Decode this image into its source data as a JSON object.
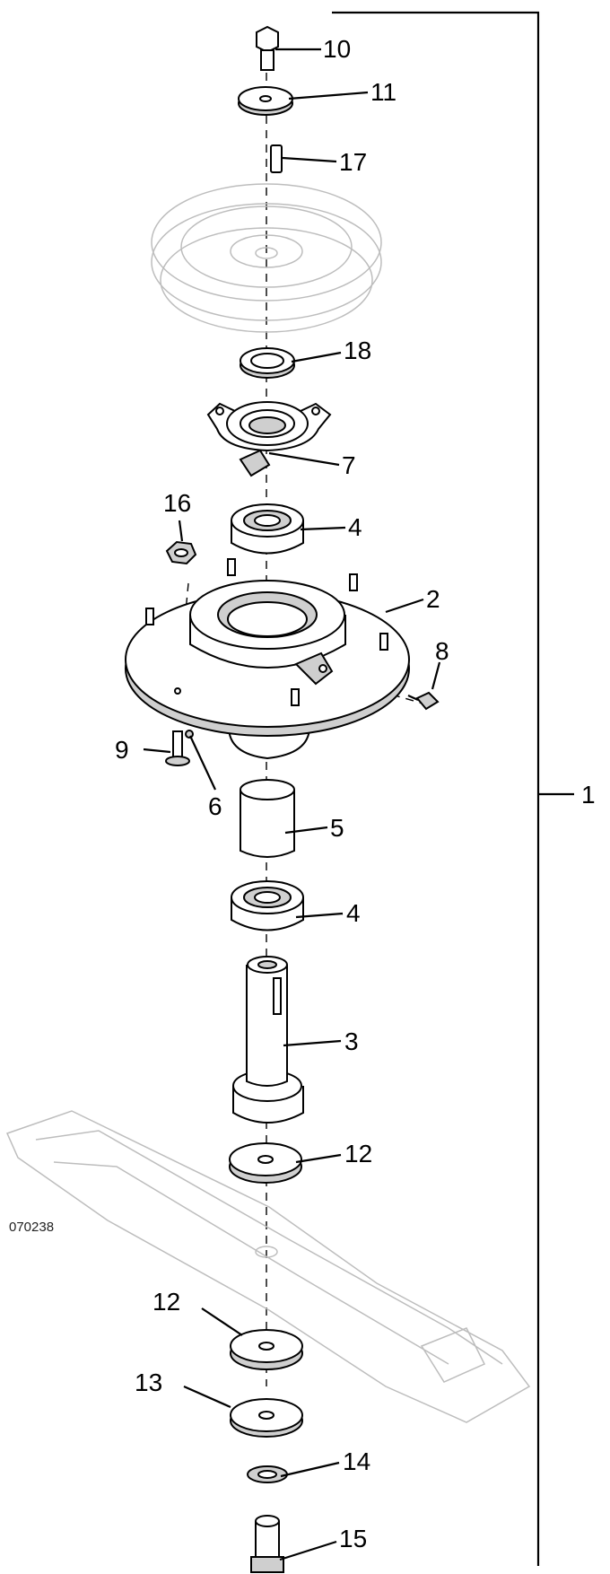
{
  "figure_id": "070238",
  "assembly_callout": "1",
  "callouts": {
    "c10": "10",
    "c11": "11",
    "c17": "17",
    "c18": "18",
    "c7": "7",
    "c16": "16",
    "c4_upper": "4",
    "c2": "2",
    "c8": "8",
    "c9": "9",
    "c6": "6",
    "c5": "5",
    "c4_lower": "4",
    "c3": "3",
    "c12_upper": "12",
    "c12_lower": "12",
    "c13": "13",
    "c14": "14",
    "c15": "15"
  }
}
